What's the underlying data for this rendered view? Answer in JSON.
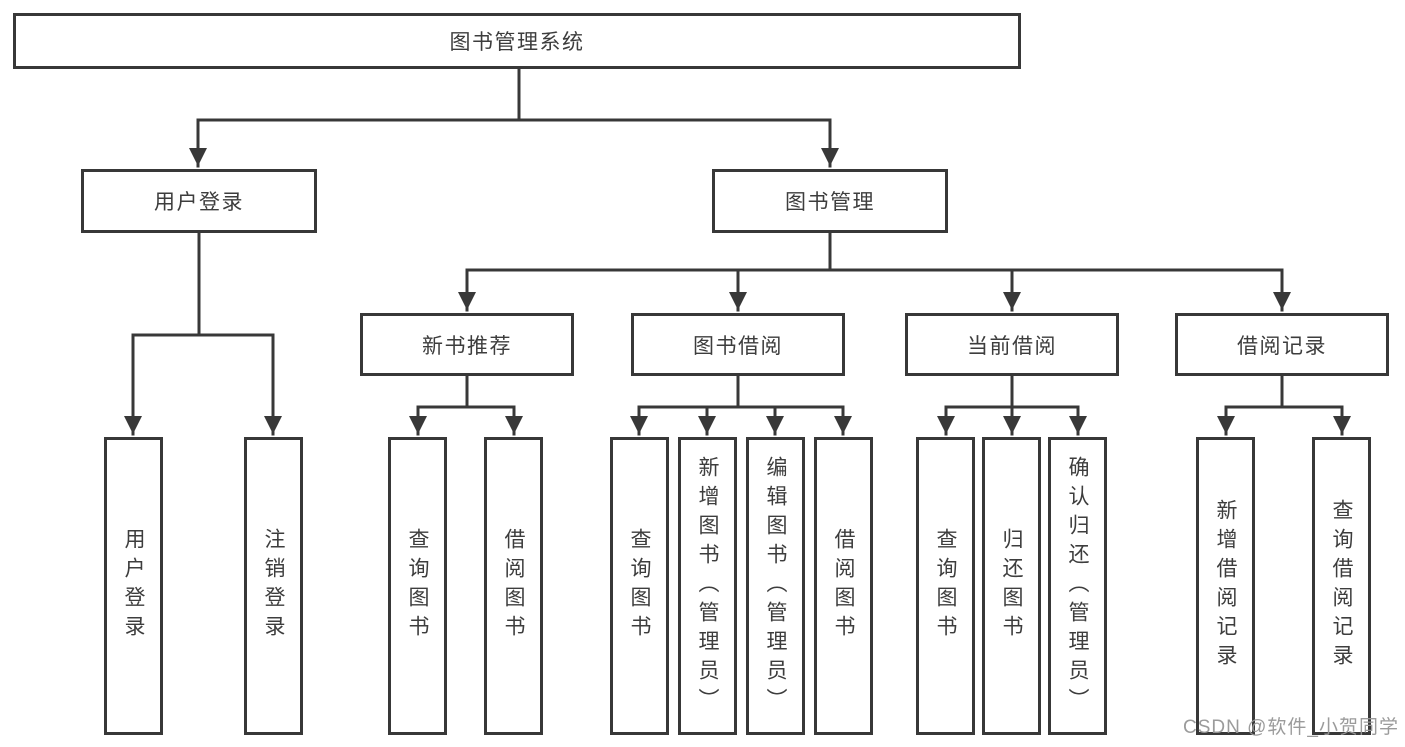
{
  "nodes": {
    "root": {
      "label": "图书管理系统"
    },
    "level2": [
      {
        "label": "用户登录"
      },
      {
        "label": "图书管理"
      }
    ],
    "level3": [
      {
        "label": "新书推荐"
      },
      {
        "label": "图书借阅"
      },
      {
        "label": "当前借阅"
      },
      {
        "label": "借阅记录"
      }
    ],
    "leaves": [
      {
        "label": "用户登录"
      },
      {
        "label": "注销登录"
      },
      {
        "label": "查询图书"
      },
      {
        "label": "借阅图书"
      },
      {
        "label": "查询图书"
      },
      {
        "label": "新增图书（管理员）"
      },
      {
        "label": "编辑图书（管理员）"
      },
      {
        "label": "借阅图书"
      },
      {
        "label": "查询图书"
      },
      {
        "label": "归还图书"
      },
      {
        "label": "确认归还（管理员）"
      },
      {
        "label": "新增借阅记录"
      },
      {
        "label": "查询借阅记录"
      }
    ]
  },
  "watermark": {
    "text": "CSDN @软件_小贺同学"
  },
  "colors": {
    "line": "#383838",
    "text": "#3d3d3d",
    "watermark": "#969696",
    "background": "#ffffff"
  }
}
